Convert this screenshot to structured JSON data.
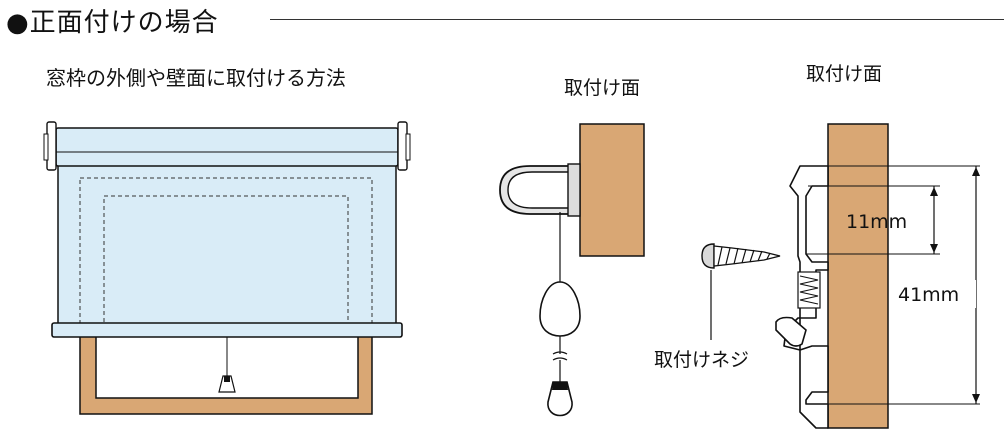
{
  "heading": {
    "title": "●正面付けの場合",
    "subtitle": "窓枠の外側や壁面に取付ける方法"
  },
  "labels": {
    "mount_surface_1": "取付け面",
    "mount_surface_2": "取付け面",
    "screw": "取付けネジ",
    "dim_small": "11mm",
    "dim_large": "41mm"
  },
  "colors": {
    "wood": "#d9a774",
    "blind_fabric": "#d9ecf7",
    "line": "#111111"
  }
}
